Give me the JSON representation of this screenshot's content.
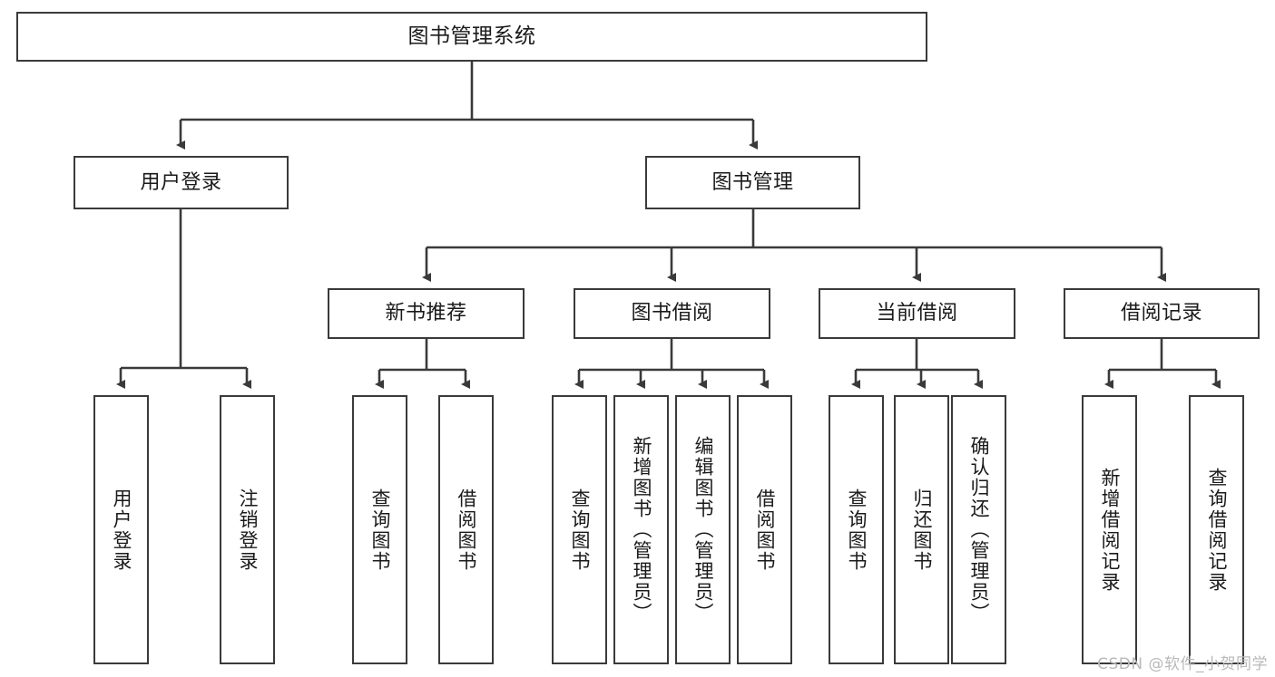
{
  "diagram": {
    "title": "图书管理系统",
    "type": "functional-structure-tree",
    "root": {
      "label": "图书管理系统"
    },
    "level2": [
      {
        "label": "用户登录"
      },
      {
        "label": "图书管理"
      }
    ],
    "level3": [
      {
        "label": "新书推荐"
      },
      {
        "label": "图书借阅"
      },
      {
        "label": "当前借阅"
      },
      {
        "label": "借阅记录"
      }
    ],
    "leaves": {
      "user_login": [
        {
          "label": "用户登录"
        },
        {
          "label": "注销登录"
        }
      ],
      "new_book": [
        {
          "label": "查询图书"
        },
        {
          "label": "借阅图书"
        }
      ],
      "book_borrow": [
        {
          "label": "查询图书"
        },
        {
          "label": "新增图书（管理员）"
        },
        {
          "label": "编辑图书（管理员）"
        },
        {
          "label": "借阅图书"
        }
      ],
      "current_borrow": [
        {
          "label": "查询图书"
        },
        {
          "label": "归还图书"
        },
        {
          "label": "确认归还（管理员）"
        }
      ],
      "borrow_record": [
        {
          "label": "新增借阅记录"
        },
        {
          "label": "查询借阅记录"
        }
      ]
    }
  },
  "watermark": {
    "text": "CSDN @软件_小贺同学"
  },
  "colors": {
    "stroke": "#3a3a3a",
    "text": "#1a1a1a",
    "background": "#ffffff",
    "watermark": "#b9b9b9"
  }
}
